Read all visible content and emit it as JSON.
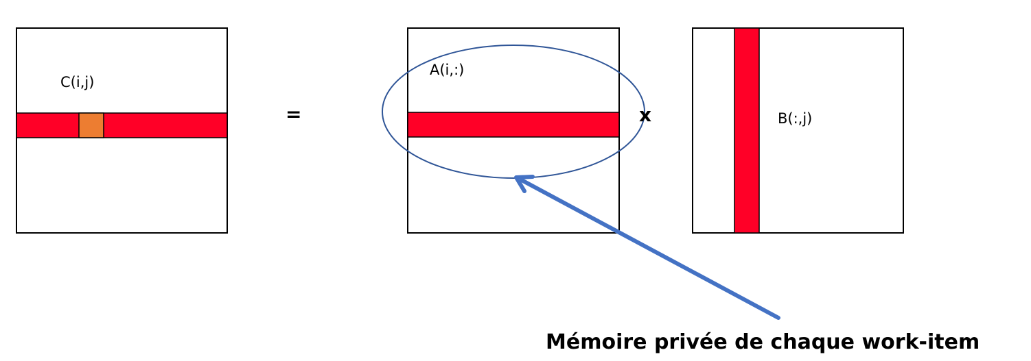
{
  "labels": {
    "c": "C(i,j)",
    "a": "A(i,:)",
    "b": "B(:,j)"
  },
  "operators": {
    "equals": "=",
    "times": "x"
  },
  "caption": "Mémoire privée de chaque work-item",
  "colors": {
    "band": "#FF0027",
    "cell": "#ED7D31",
    "ellipse": "#2F5597",
    "arrow": "#4472C4",
    "border": "#000000"
  }
}
